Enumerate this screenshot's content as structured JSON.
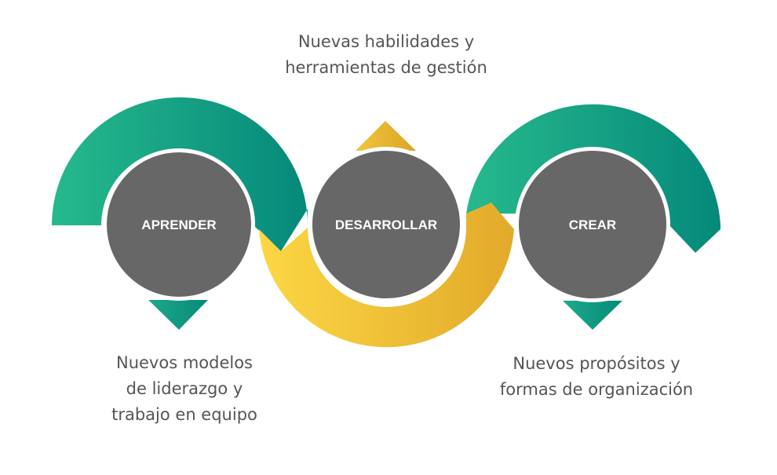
{
  "colors": {
    "green": "#1aaa88",
    "green_dark": "#05897a",
    "yellow": "#fcd53e",
    "yellow_dark": "#e3ac2b",
    "circle_fill": "#676767",
    "circle_ring": "#ffffff",
    "caption_text": "#555555"
  },
  "nodes": [
    {
      "id": "aprender",
      "label": "APRENDER"
    },
    {
      "id": "desarrollar",
      "label": "DESARROLLAR"
    },
    {
      "id": "crear",
      "label": "CREAR"
    }
  ],
  "captions": {
    "top": [
      "Nuevas habilidades y",
      "herramientas de gestión"
    ],
    "left": [
      "Nuevos modelos",
      "de liderazgo y",
      "trabajo en equipo"
    ],
    "right": [
      "Nuevos propósitos y",
      "formas de organización"
    ]
  }
}
